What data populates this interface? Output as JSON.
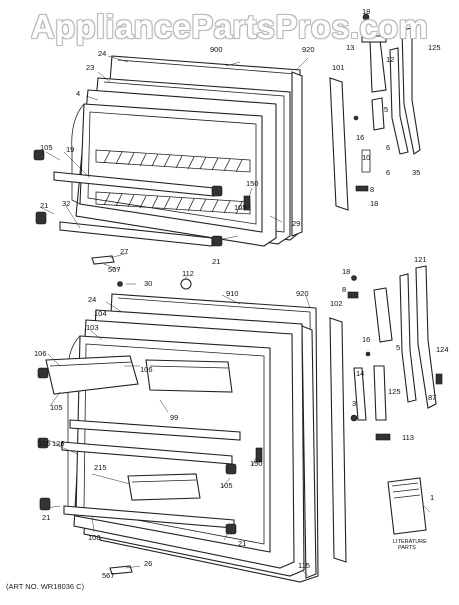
{
  "watermark": "AppliancePartsPros.com",
  "art_number": "(ART NO. WR18036 C)",
  "literature_label": [
    "LITERATURE",
    "PARTS"
  ],
  "part_labels": {
    "freezer_door": [
      "18",
      "900",
      "920",
      "13",
      "125",
      "24",
      "12",
      "101",
      "23",
      "4",
      "6",
      "16",
      "10",
      "5",
      "105",
      "19",
      "6",
      "35",
      "150",
      "8",
      "105",
      "18",
      "21",
      "32",
      "29",
      "27",
      "21",
      "567",
      "112",
      "30"
    ],
    "fresh_food_door": [
      "18",
      "121",
      "24",
      "910",
      "920",
      "8",
      "104",
      "102",
      "103",
      "124",
      "16",
      "106",
      "106",
      "14",
      "5",
      "105",
      "99",
      "3",
      "125",
      "87",
      "113",
      "105",
      "126",
      "215",
      "150",
      "105",
      "1",
      "21",
      "108",
      "21",
      "567",
      "26",
      "115"
    ]
  }
}
